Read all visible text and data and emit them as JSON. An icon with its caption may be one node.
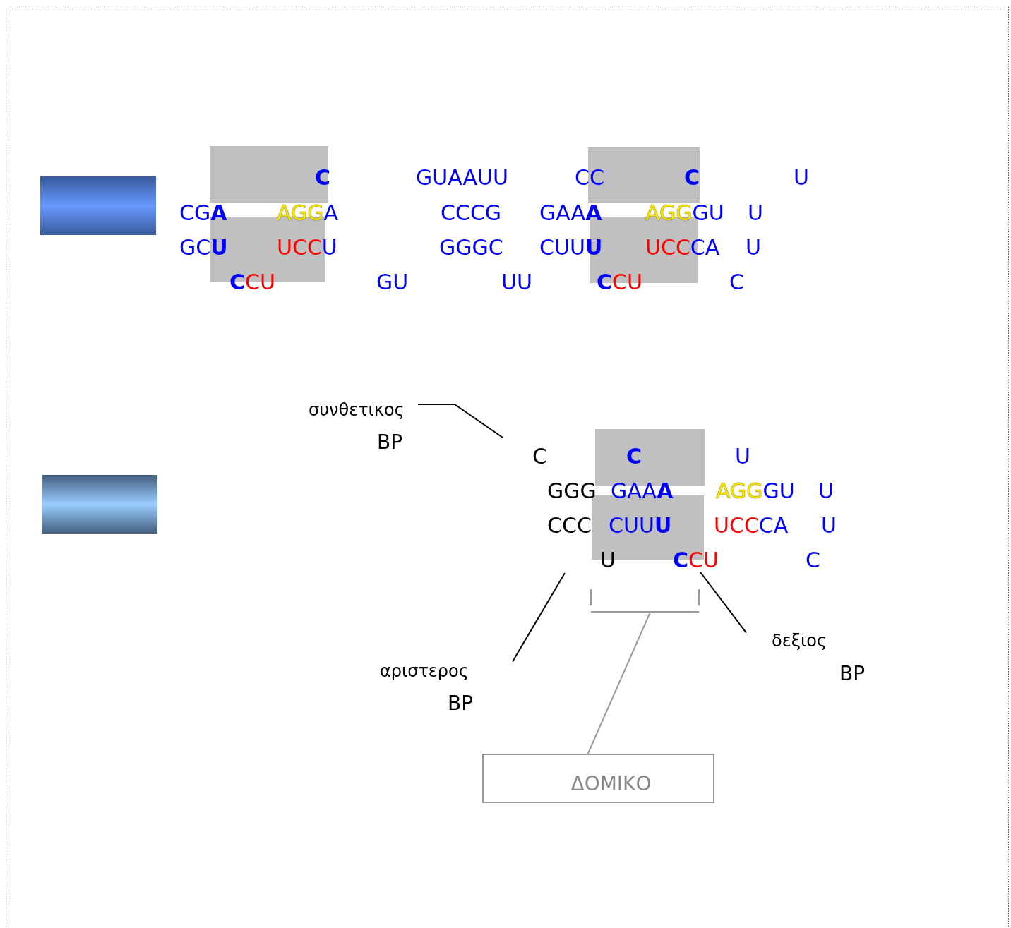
{
  "diagram": {
    "nodes": [
      {
        "text": [
          "συνθετικος",
          "BP"
        ]
      },
      {
        "text": [],
        "shape": "bracket"
      },
      {
        "text": [
          "δεξιος",
          "BP"
        ]
      },
      {
        "text": [
          "αριστερος",
          "BP"
        ]
      },
      {
        "text": [
          "ΔΟΜΙΚΟ"
        ]
      },
      {
        "text": [],
        "shape": "bar"
      },
      {
        "text": [],
        "shape": "bar"
      },
      {
        "text": [
          "CU"
        ]
      }
    ],
    "edges": [
      {
        "from": 0,
        "to": null,
        "arrow": "none"
      },
      {
        "from": 3,
        "to": null,
        "arrow": "none"
      },
      {
        "from": 2,
        "to": 7,
        "arrow": "none"
      },
      {
        "from": 4,
        "to": 1,
        "arrow": "none",
        "color": "#999999"
      }
    ],
    "labels": [
      "C",
      "GUAAUU",
      "CC",
      "C",
      "U",
      "CG",
      "A",
      "AGG",
      "A",
      "CCCG",
      "GAA",
      "A",
      "AGG",
      "GU",
      "U",
      "GC",
      "U",
      "UCC",
      "U",
      "GGGC",
      "CUU",
      "U",
      "UCC",
      "CA",
      "U",
      "C",
      "CU",
      "GU",
      "UU",
      "C",
      "CU",
      "C",
      "C",
      "C",
      "U",
      "GGG",
      "GAA",
      "A",
      "AGG",
      "GU",
      "U",
      "CCC",
      "CUU",
      "U",
      "UCC",
      "CA",
      "U",
      "U",
      "C",
      "C"
    ]
  }
}
